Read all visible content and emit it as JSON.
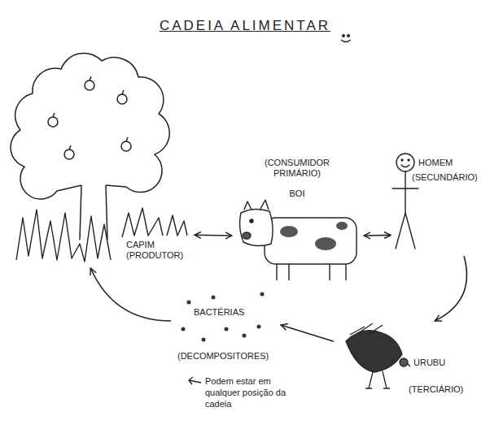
{
  "diagram": {
    "title": "CADEIA ALIMENTAR",
    "nodes": [
      {
        "text": [
          "CAPIM (PRODUTOR)"
        ]
      },
      {
        "text": [
          "(CONSUMIDOR PRIMÁRIO)",
          "BOI"
        ]
      },
      {
        "text": [
          "HOMEM",
          "(SECUNDÁRIO)"
        ]
      },
      {
        "text": [
          "URUBU",
          "(TERCIÁRIO)"
        ]
      },
      {
        "text": [
          "BACTÉRIAS",
          "(DECOMPOSITORES)"
        ]
      }
    ],
    "edges": [
      {
        "from": 0,
        "to": 1,
        "arrow": "both"
      },
      {
        "from": 1,
        "to": 2,
        "arrow": "both"
      },
      {
        "from": 2,
        "to": 3,
        "arrow": "to"
      },
      {
        "from": 3,
        "to": 4,
        "arrow": "to"
      },
      {
        "from": 4,
        "to": 0,
        "arrow": "to"
      }
    ],
    "labels": [
      "Podem estar em qualquer posição da cadeia"
    ]
  }
}
